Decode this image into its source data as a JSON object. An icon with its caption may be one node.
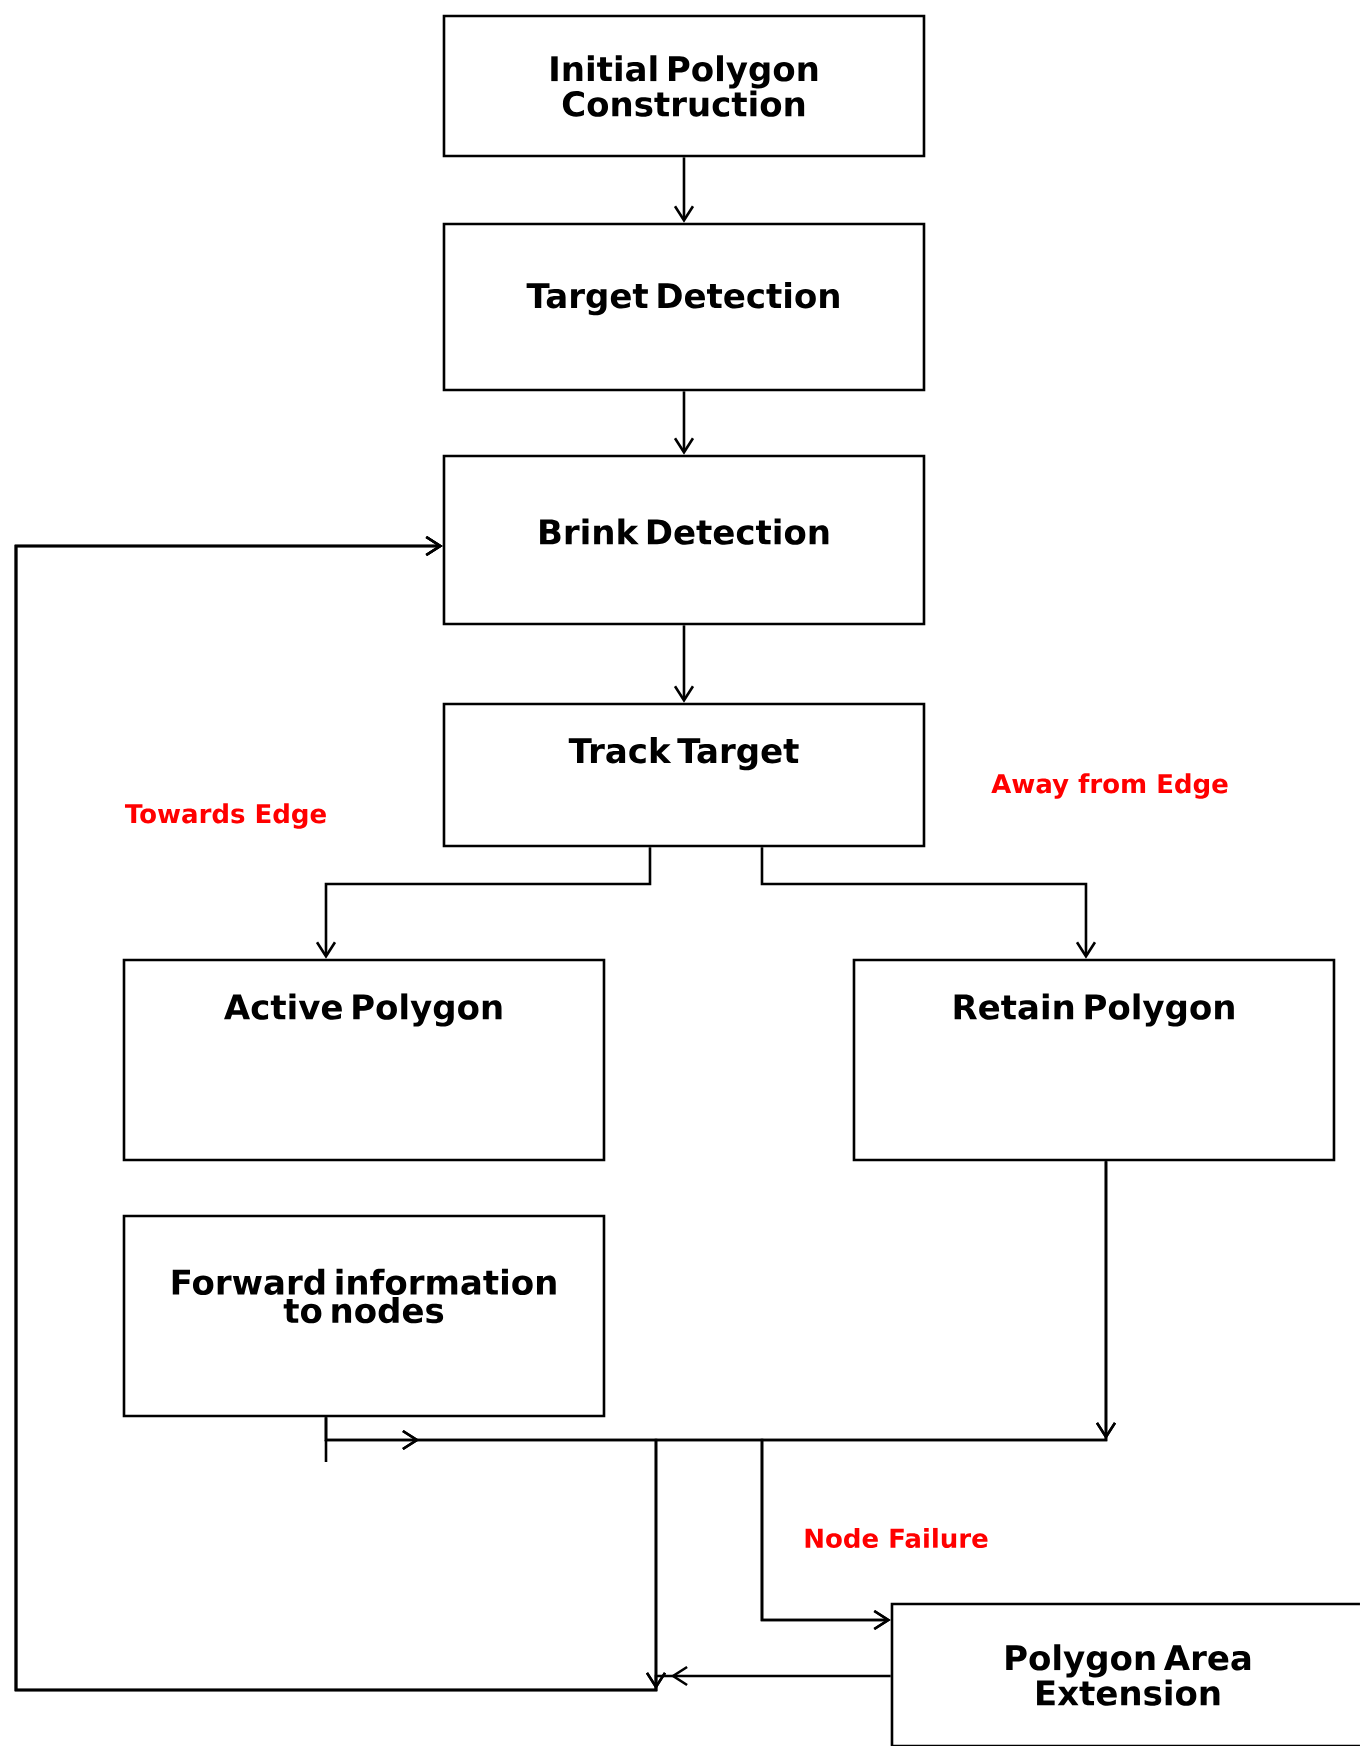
{
  "diagram": {
    "nodes": [
      {
        "text": [
          "Initial Polygon Construction"
        ]
      },
      {
        "text": [
          "Target Detection"
        ]
      },
      {
        "text": [
          "Brink Detection"
        ]
      },
      {
        "text": [
          "Track Target"
        ]
      },
      {
        "text": [
          "Active Polygon"
        ]
      },
      {
        "text": [
          "Retain Polygon"
        ]
      },
      {
        "text": [
          "Forward information to nodes"
        ]
      },
      {
        "text": [
          "Polygon Area Extension"
        ]
      }
    ],
    "edges": [
      {
        "from": 0,
        "to": 1,
        "arrow": "to"
      },
      {
        "from": 1,
        "to": 2,
        "arrow": "to"
      },
      {
        "from": 2,
        "to": 3,
        "arrow": "to"
      },
      {
        "from": 3,
        "to": 4,
        "arrow": "to",
        "label": "Towards Edge"
      },
      {
        "from": 3,
        "to": 5,
        "arrow": "to",
        "label": "Away from Edge"
      },
      {
        "from": 6,
        "to": 7,
        "arrow": "to",
        "label": "Node Failure"
      },
      {
        "from": 6,
        "to": 2,
        "arrow": "to"
      },
      {
        "from": 5,
        "to": 2,
        "arrow": "to"
      },
      {
        "from": 5,
        "to": 7,
        "arrow": "to"
      },
      {
        "from": 7,
        "to": 2,
        "arrow": "to"
      }
    ]
  }
}
